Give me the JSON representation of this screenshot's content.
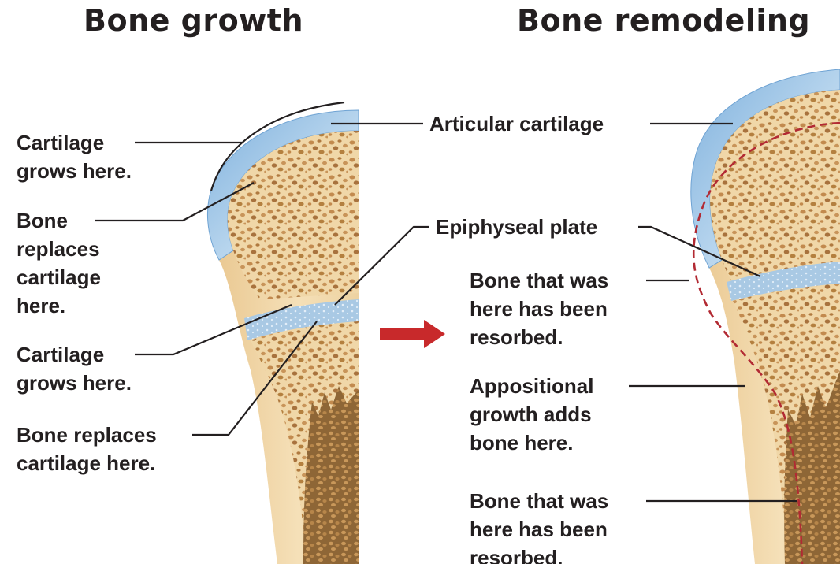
{
  "titles": {
    "left": "Bone growth",
    "right": "Bone remodeling"
  },
  "left_labels": {
    "cartilage_grows_top": [
      "Cartilage",
      "grows here."
    ],
    "bone_replaces_top": [
      "Bone",
      "replaces",
      "cartilage",
      "here."
    ],
    "cartilage_grows_plate": [
      "Cartilage",
      "grows here."
    ],
    "bone_replaces_plate": [
      "Bone replaces",
      "cartilage here."
    ]
  },
  "center_labels": {
    "articular_cartilage": "Articular cartilage",
    "epiphyseal_plate": "Epiphyseal plate"
  },
  "right_labels": {
    "resorbed_upper": [
      "Bone that was",
      "here has been",
      "resorbed."
    ],
    "appositional": [
      "Appositional",
      "growth adds",
      "bone here."
    ],
    "resorbed_lower": [
      "Bone that was",
      "here has been",
      "resorbed."
    ]
  },
  "colors": {
    "text": "#231f20",
    "cartilage": "#aecde8",
    "bone": "#f1d9ae",
    "spongy_pore": "#c28a4e",
    "marrow": "#8a6032",
    "arrow": "#c8292b",
    "outline_dashed": "#b22a33"
  },
  "icons": {
    "arrow": "right-arrow-icon"
  }
}
